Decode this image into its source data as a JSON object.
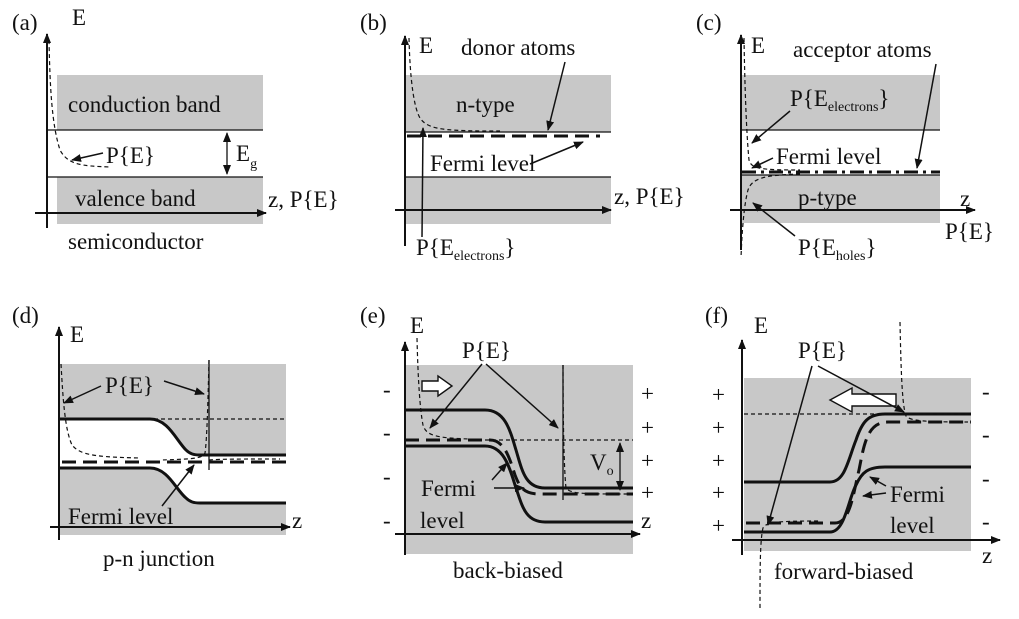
{
  "panels": {
    "a": {
      "tag": "(a)",
      "axis_e": "E",
      "conduction": "conduction band",
      "valence": "valence band",
      "p_of_e": "P{E}",
      "gap": "E",
      "gap_sub": "g",
      "x_axis": "z, P{E}",
      "caption": "semiconductor"
    },
    "b": {
      "tag": "(b)",
      "axis_e": "E",
      "donor": "donor atoms",
      "type": "n-type",
      "fermi": "Fermi level",
      "x_axis": "z, P{E}",
      "p_main": "P{E",
      "p_sub": "electrons",
      "p_close": "}"
    },
    "c": {
      "tag": "(c)",
      "axis_e": "E",
      "acceptor": "acceptor atoms",
      "pe_main": "P{E",
      "pe_sub": "electrons",
      "pe_close": "}",
      "fermi": "Fermi level",
      "type": "p-type",
      "x_axis_z": "z",
      "x_axis_p": "P{E}",
      "ph_main": "P{E",
      "ph_sub": "holes",
      "ph_close": "}"
    },
    "d": {
      "tag": "(d)",
      "axis_e": "E",
      "p_of_e": "P{E}",
      "fermi": "Fermi level",
      "x_axis": "z",
      "caption": "p-n junction"
    },
    "e": {
      "tag": "(e)",
      "axis_e": "E",
      "p_of_e": "P{E}",
      "fermi_1": "Fermi",
      "fermi_2": "level",
      "v_main": "V",
      "v_sub": "o",
      "x_axis": "z",
      "caption": "back-biased",
      "minus": "-",
      "plus": "+"
    },
    "f": {
      "tag": "(f)",
      "axis_e": "E",
      "p_of_e": "P{E}",
      "fermi_1": "Fermi",
      "fermi_2": "level",
      "x_axis": "z",
      "caption": "forward-biased",
      "minus": "-",
      "plus": "+"
    }
  },
  "colors": {
    "band_fill": "#c8c8c8",
    "line": "#111111",
    "background": "#ffffff"
  }
}
